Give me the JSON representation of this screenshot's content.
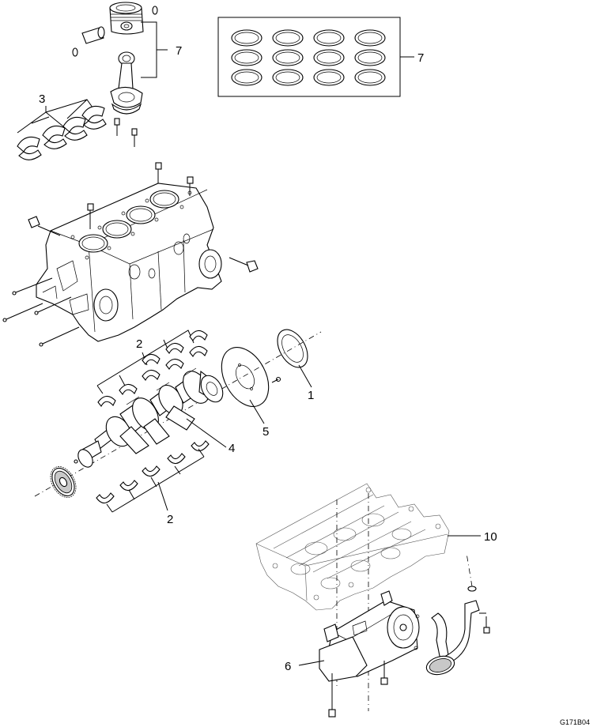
{
  "callouts": {
    "piston_group": "7",
    "rings_set": "7",
    "rod_bearings": "3",
    "main_bearings_upper": "2",
    "main_bearings_lower": "2",
    "rear_seal": "1",
    "flexplate": "5",
    "crankshaft": "4",
    "oil_pump": "6",
    "oil_pan": "10"
  },
  "figure_id": "G171B04"
}
